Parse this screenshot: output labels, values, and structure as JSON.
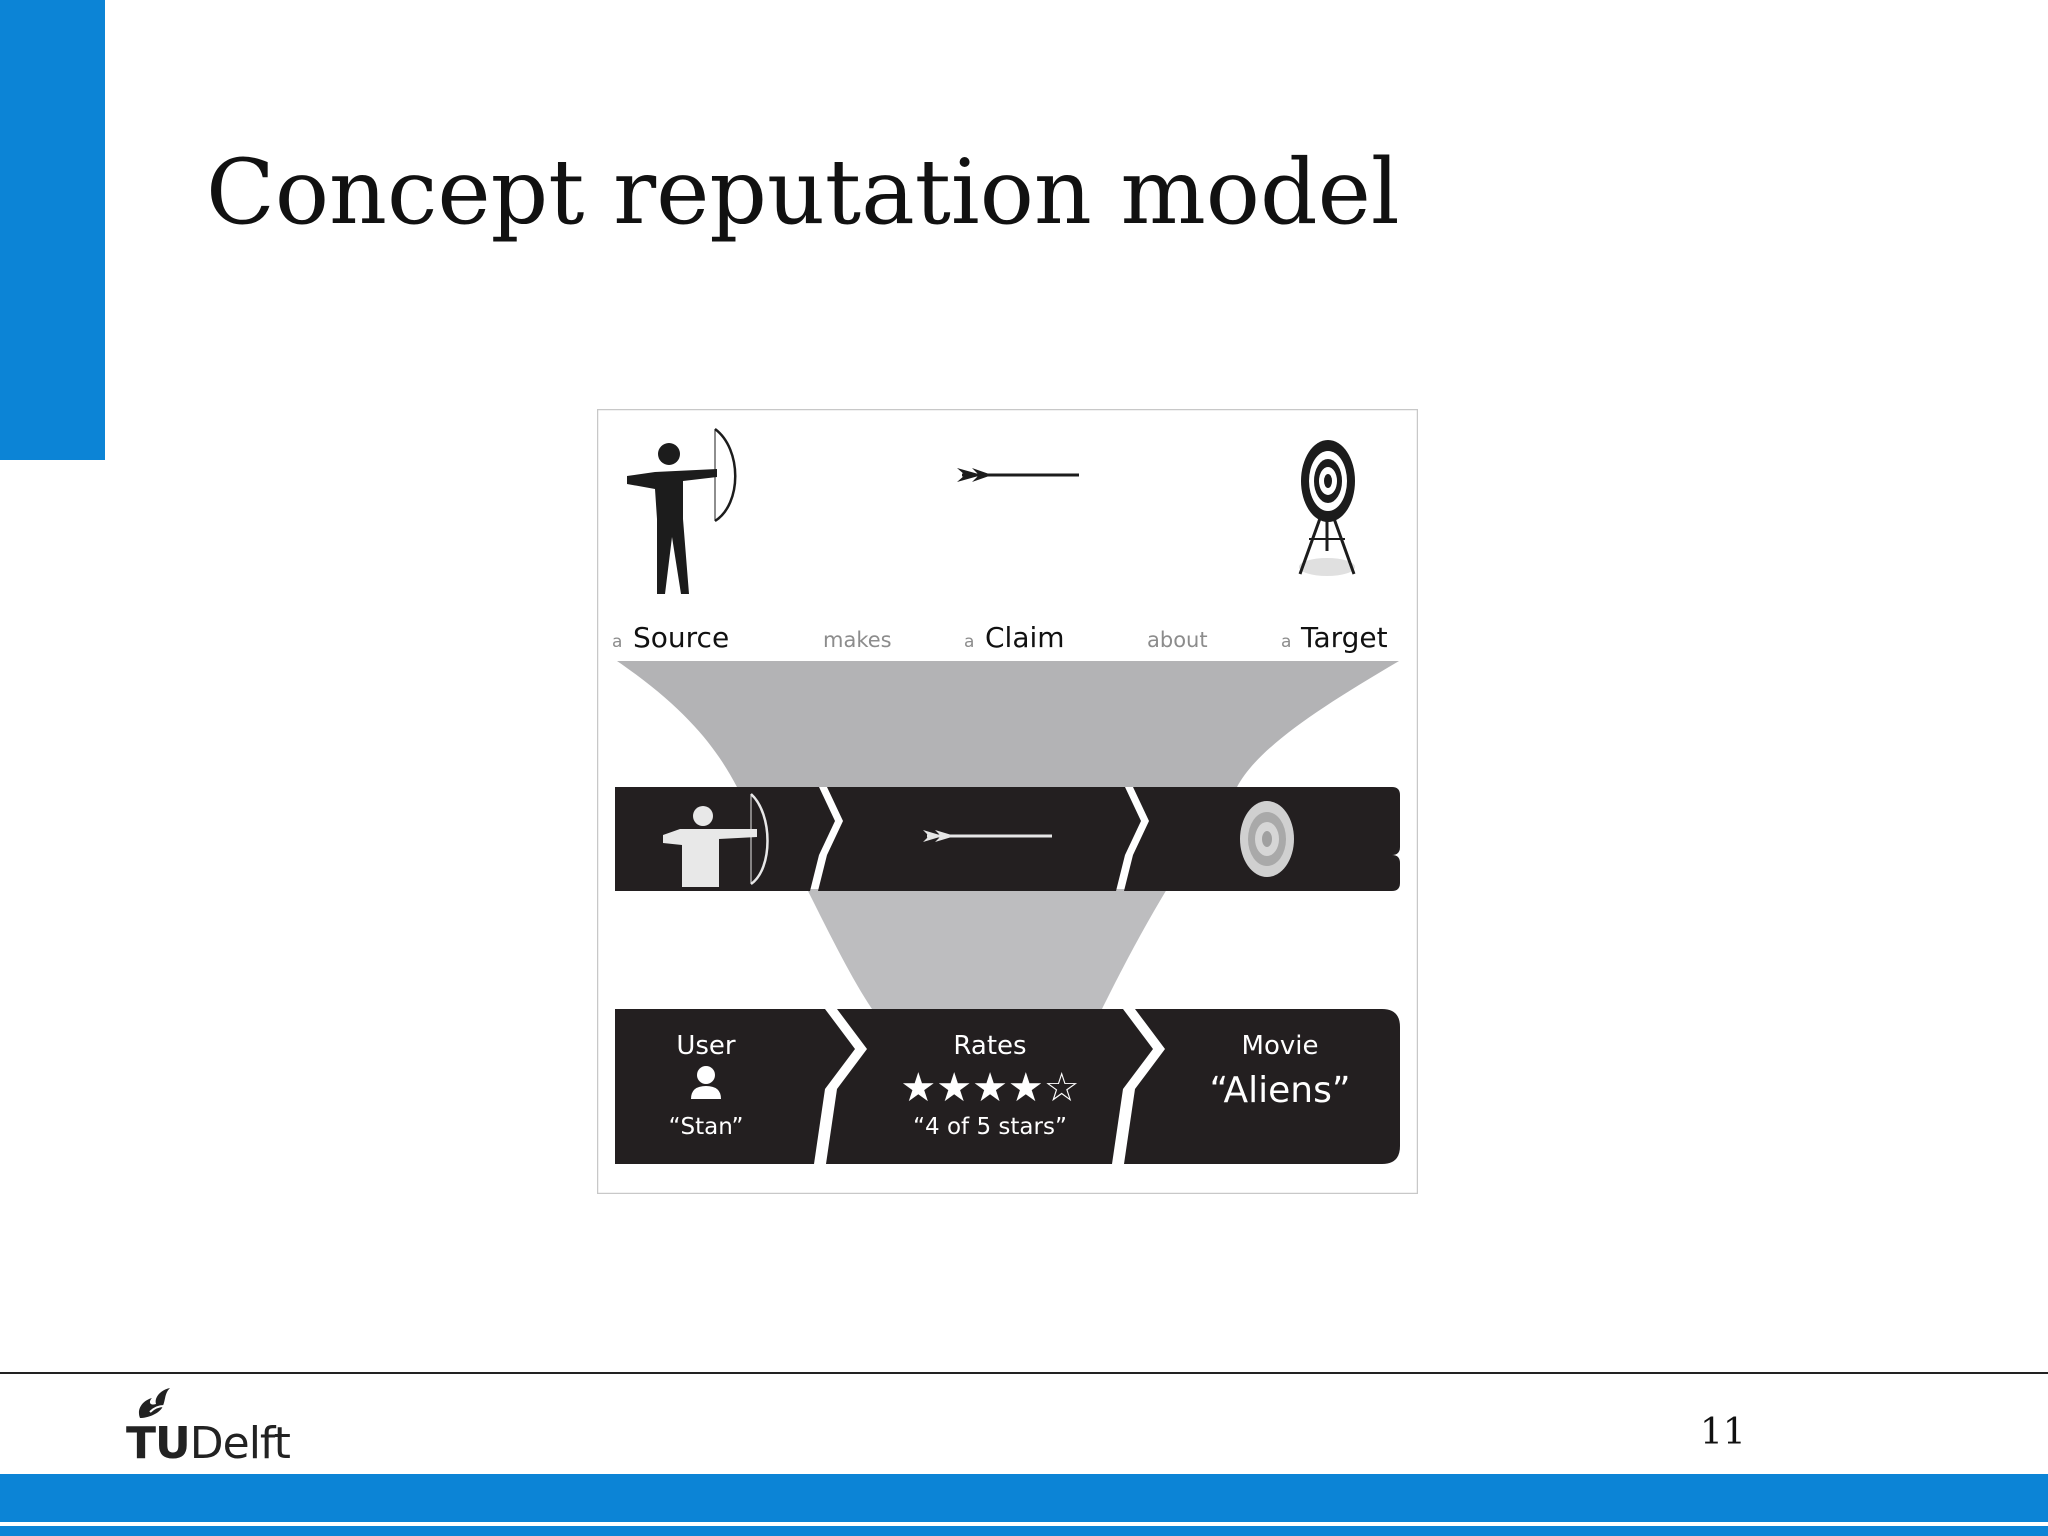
{
  "slide": {
    "title": "Concept reputation model",
    "page_number": "11",
    "accent_color": "#0c84d6"
  },
  "logo": {
    "text_tu": "TU",
    "text_delft": "Delft"
  },
  "diagram": {
    "top_labels": {
      "source_article": "a",
      "source": "Source",
      "makes": "makes",
      "claim_article": "a",
      "claim": "Claim",
      "about": "about",
      "target_article": "a",
      "target": "Target"
    },
    "example": {
      "user_label": "User",
      "user_name": "“Stan”",
      "rates_label": "Rates",
      "stars": "★★★★☆",
      "rating_text": "“4 of 5 stars”",
      "movie_label": "Movie",
      "movie_name": "“Aliens”"
    },
    "icons": [
      "archer-icon",
      "arrow-icon",
      "target-icon",
      "user-icon",
      "star-rating-icon"
    ],
    "colors": {
      "band": "#231f20",
      "funnel": "#b3b3b5",
      "muted_text": "#8c8c8c"
    }
  }
}
